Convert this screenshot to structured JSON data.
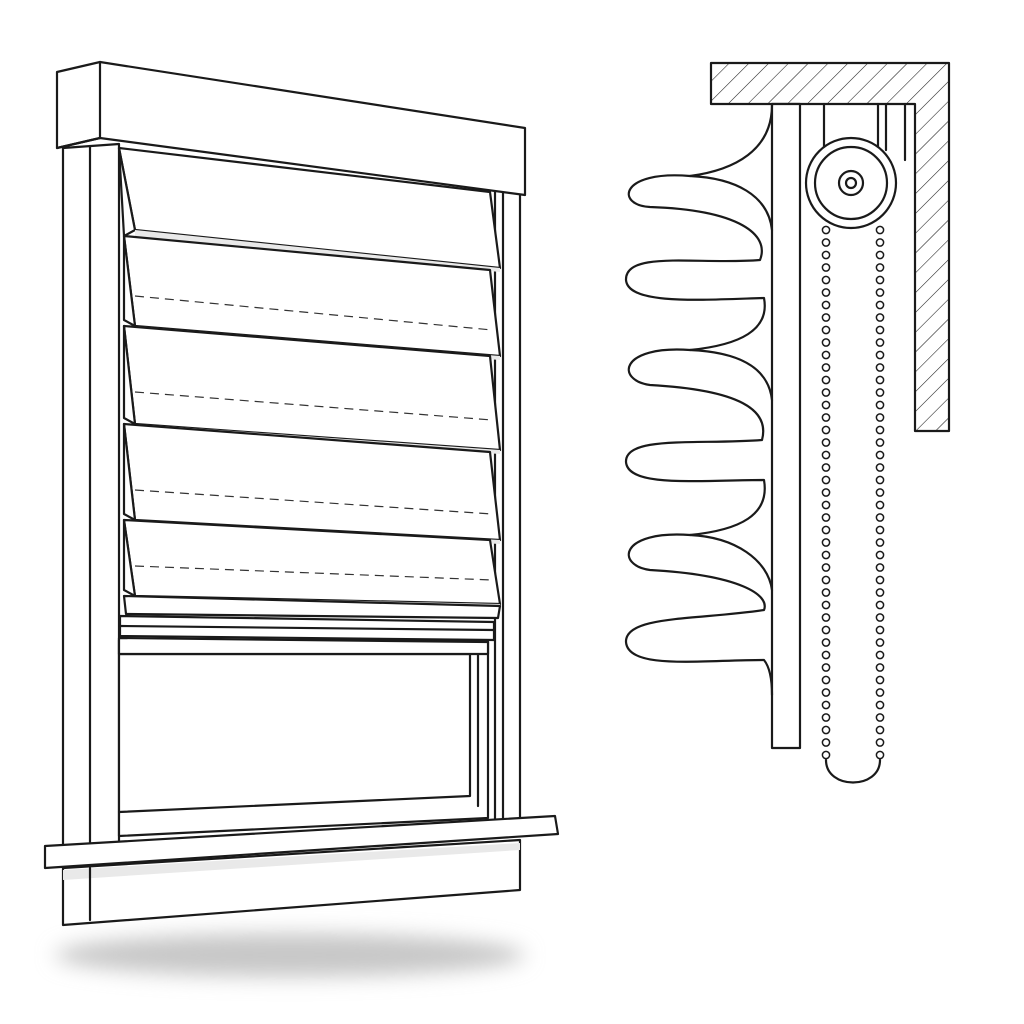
{
  "diagram": {
    "views": [
      "window-with-roman-shade",
      "shade-side-section"
    ],
    "shade_folds": 6,
    "colors": {
      "stroke": "#1a1a1a",
      "background": "#ffffff",
      "shadow": "#c8c8c8",
      "soft_shade": "#e9e9e9"
    }
  }
}
